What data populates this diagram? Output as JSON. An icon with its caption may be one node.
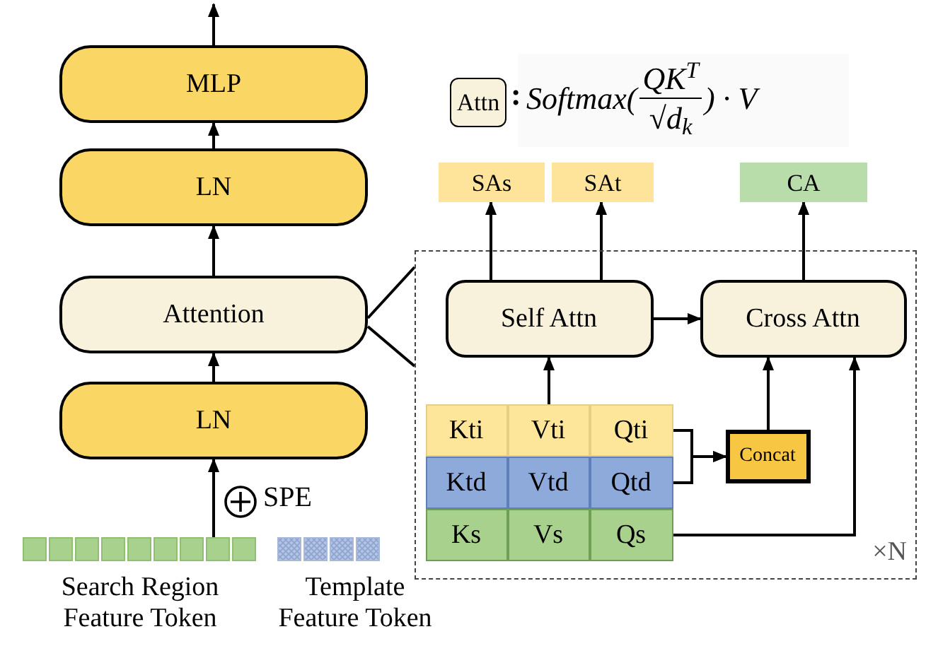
{
  "diagram": {
    "nodes": [
      {
        "text": [
          "MLP"
        ]
      },
      {
        "text": [
          "LN"
        ]
      },
      {
        "text": [
          "Attention"
        ]
      },
      {
        "text": [
          "LN"
        ]
      },
      {
        "text": [
          "Search Region Feature Token"
        ]
      },
      {
        "text": [
          "Template Feature Token"
        ]
      },
      {
        "text": [
          "Attn"
        ]
      },
      {
        "text": [
          "SAs"
        ]
      },
      {
        "text": [
          "SAt"
        ]
      },
      {
        "text": [
          "CA"
        ]
      },
      {
        "text": [
          "×N"
        ]
      },
      {
        "text": [
          "Self Attn"
        ],
        "in": 10
      },
      {
        "text": [
          "Cross Attn"
        ],
        "in": 10
      },
      {
        "text": [
          "Kti"
        ],
        "in": 10
      },
      {
        "text": [
          "Vti"
        ],
        "in": 10
      },
      {
        "text": [
          "Qti"
        ],
        "in": 10
      },
      {
        "text": [
          "Ktd"
        ],
        "in": 10
      },
      {
        "text": [
          "Vtd"
        ],
        "in": 10
      },
      {
        "text": [
          "Qtd"
        ],
        "in": 10
      },
      {
        "text": [
          "Ks"
        ],
        "in": 10
      },
      {
        "text": [
          "Vs"
        ],
        "in": 10
      },
      {
        "text": [
          "Qs"
        ],
        "in": 10
      },
      {
        "text": [
          "Concat"
        ],
        "in": 10
      }
    ],
    "edges": [
      {
        "from": 0,
        "to": null,
        "arrow": "to"
      },
      {
        "from": 1,
        "to": 0,
        "arrow": "to"
      },
      {
        "from": 2,
        "to": 1,
        "arrow": "to"
      },
      {
        "from": 3,
        "to": 2,
        "arrow": "to"
      },
      {
        "from": 4,
        "to": 3,
        "arrow": "to"
      },
      {
        "from": 2,
        "to": 10,
        "arrow": "none"
      },
      {
        "from": 2,
        "to": 10,
        "arrow": "none"
      },
      {
        "from": 11,
        "to": 7,
        "arrow": "to"
      },
      {
        "from": 11,
        "to": 8,
        "arrow": "to"
      },
      {
        "from": 12,
        "to": 9,
        "arrow": "to"
      },
      {
        "from": 11,
        "to": 12,
        "arrow": "to"
      },
      {
        "from": 14,
        "to": 11,
        "arrow": "to"
      },
      {
        "from": 15,
        "to": 22,
        "arrow": "to"
      },
      {
        "from": 18,
        "to": 22,
        "arrow": "to"
      },
      {
        "from": 22,
        "to": 12,
        "arrow": "to"
      },
      {
        "from": 21,
        "to": 12,
        "arrow": "to"
      }
    ],
    "labels": [
      ":",
      "Softmax(",
      "QK$^{T}$",
      "√d$_{k}$",
      ") · V",
      "SPE"
    ]
  }
}
